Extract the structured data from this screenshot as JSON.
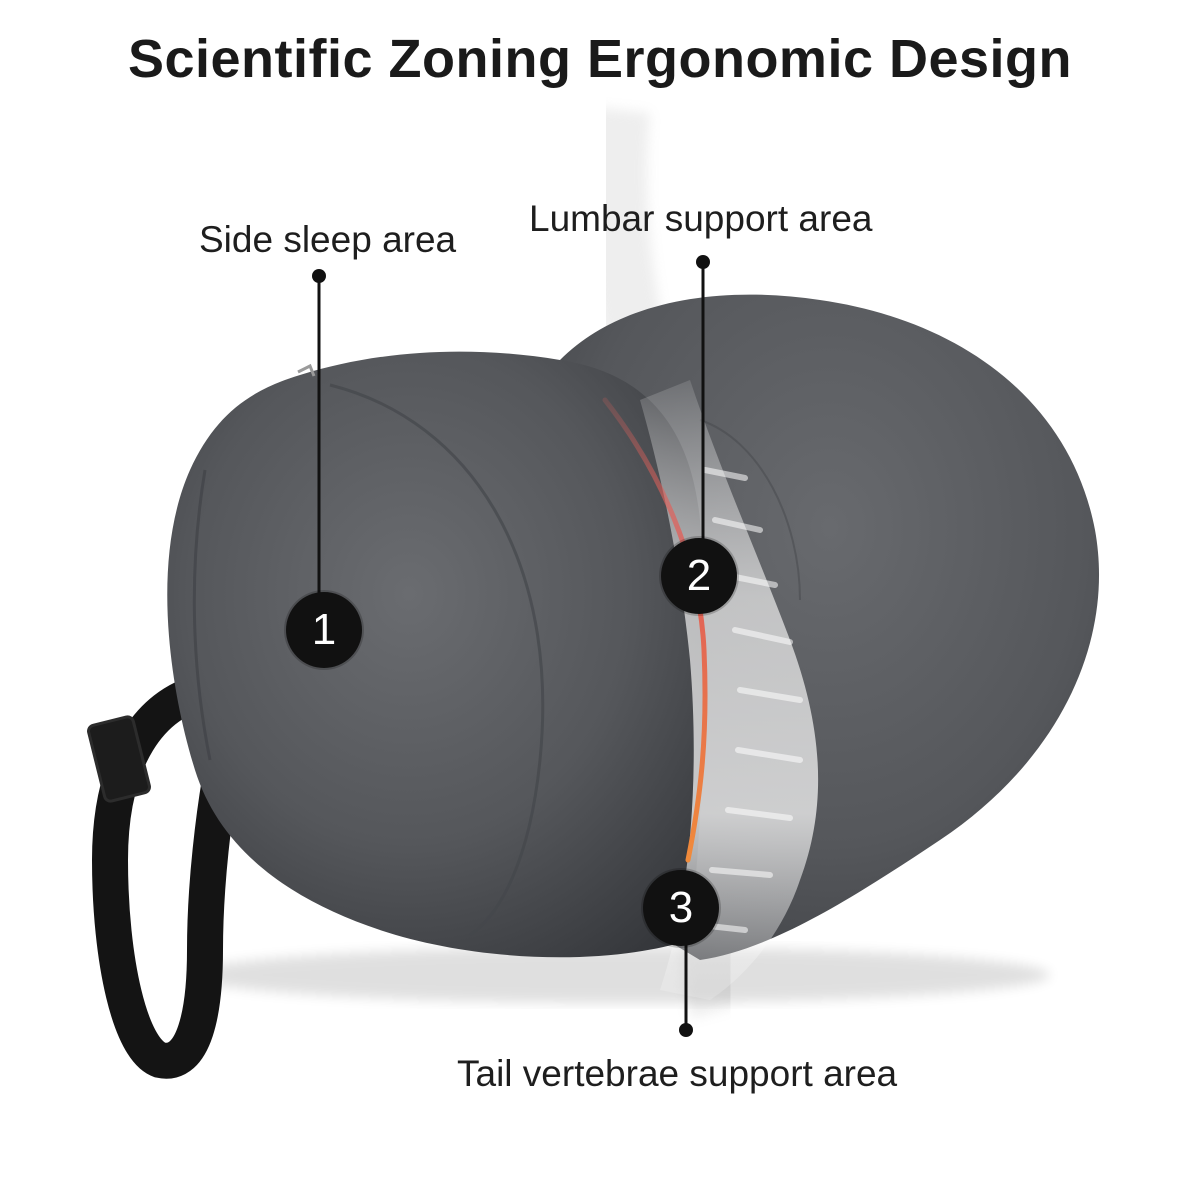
{
  "title": "Scientific Zoning Ergonomic Design",
  "zones": [
    {
      "number": "1",
      "label": "Side sleep area"
    },
    {
      "number": "2",
      "label": "Lumbar support area"
    },
    {
      "number": "3",
      "label": "Tail vertebrae support area"
    }
  ],
  "colors": {
    "fabric": "#55575b",
    "fabric_dark": "#3d3f43",
    "strap": "#141414",
    "curve_start": "#e0605a",
    "curve_end": "#f08a3a",
    "marker": "#111111"
  },
  "icons": [
    "pillow-illustration",
    "spine-xray-illustration",
    "strap-loop"
  ]
}
